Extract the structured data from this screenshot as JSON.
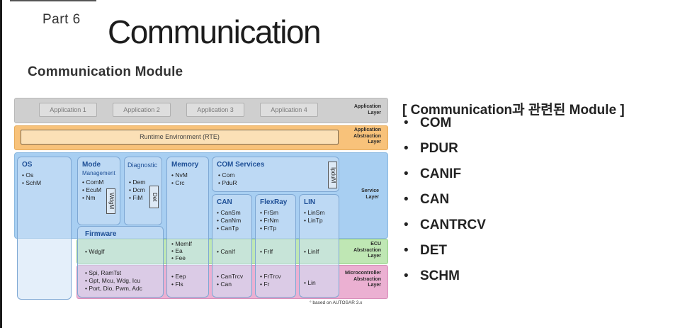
{
  "header": {
    "part": "Part 6",
    "title": "Communication",
    "subtitle": "Communication Module"
  },
  "diagram": {
    "applications": [
      "Application 1",
      "Application 2",
      "Application 3",
      "Application 4"
    ],
    "rte": "Runtime Environment (RTE)",
    "layers": {
      "application": "Application\nLayer",
      "abstraction": "Application\nAbstraction\nLayer",
      "service": "Service\nLayer",
      "ecu": "ECU\nAbstraction\nLayer",
      "mcu": "Microcontroller\nAbstraction\nLayer"
    },
    "os": {
      "title": "OS",
      "items": "• Os\n• SchM"
    },
    "mode": {
      "title": "Mode",
      "subtitle": "Management",
      "items": "• ComM\n• EcuM\n• Nm",
      "side": "WdgM"
    },
    "diagnostic": {
      "title": "Diagnostic",
      "items": "• Dem\n• Dcm\n• FiM",
      "side": "Det"
    },
    "memory": {
      "title": "Memory",
      "items": "• NvM\n• Crc",
      "ecu": "• MemIf\n• Ea\n• Fee",
      "mcu": "• Eep\n• Fls"
    },
    "com_services": {
      "title": "COM Services",
      "items": "• Com\n• PduR",
      "side": "IpduM"
    },
    "can": {
      "title": "CAN",
      "items": "• CanSm\n• CanNm\n• CanTp",
      "ecu": "• CanIf",
      "mcu": "• CanTrcv\n• Can"
    },
    "flexray": {
      "title": "FlexRay",
      "items": "• FrSm\n• FrNm\n• FrTp",
      "ecu": "• FrIf",
      "mcu": "• FrTrcv\n• Fr"
    },
    "lin": {
      "title": "LIN",
      "items": "• LinSm\n• LinTp",
      "ecu": "• LinIf",
      "mcu": "• Lin"
    },
    "firmware": {
      "title": "Firmware",
      "ecu": "• WdgIf",
      "mcu": "• Spi, RamTst\n• Gpt, Mcu, Wdg, Icu\n• Port, Dio, Pwm, Adc"
    },
    "footnote": "based on AUTOSAR 3.x"
  },
  "related": {
    "heading": "[ Communication과 관련된 Module ]",
    "bullet": "•",
    "items": [
      "COM",
      "PDUR",
      "CANIF",
      "CAN",
      "CANTRCV",
      "DET",
      "SCHM"
    ]
  }
}
